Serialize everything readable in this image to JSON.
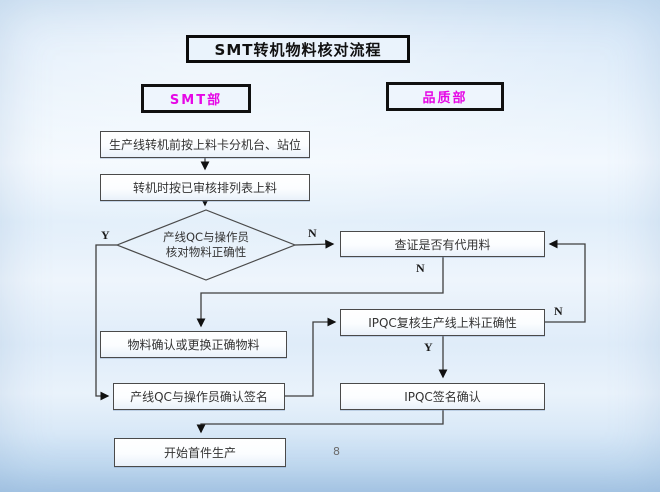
{
  "page": {
    "title": "SMT转机物料核对流程",
    "page_number": "8",
    "accent_text_color": "#e607e6"
  },
  "lanes": [
    {
      "id": "smt",
      "label": "SMT部"
    },
    {
      "id": "quality",
      "label": "品质部"
    }
  ],
  "nodes": [
    {
      "id": "split-stations",
      "type": "process",
      "label": "生产线转机前按上料卡分机台、站位"
    },
    {
      "id": "load-by-list",
      "type": "process",
      "label": "转机时按已审核排列表上料"
    },
    {
      "id": "verify-material",
      "type": "decision",
      "label_line1": "产线QC与操作员",
      "label_line2": "核对物料正确性"
    },
    {
      "id": "check-substitute",
      "type": "process",
      "label": "查证是否有代用料"
    },
    {
      "id": "ipqc-verify",
      "type": "process",
      "label": "IPQC复核生产线上料正确性"
    },
    {
      "id": "material-confirm",
      "type": "process",
      "label": "物料确认或更换正确物料"
    },
    {
      "id": "qc-operator-sign",
      "type": "process",
      "label": "产线QC与操作员确认签名"
    },
    {
      "id": "ipqc-sign",
      "type": "process",
      "label": "IPQC签名确认"
    },
    {
      "id": "start-production",
      "type": "process",
      "label": "开始首件生产"
    }
  ],
  "edge_labels": {
    "decision_yes": "Y",
    "decision_no": "N",
    "substitute_no": "N",
    "ipqc_yes": "Y",
    "ipqc_no": "N"
  }
}
